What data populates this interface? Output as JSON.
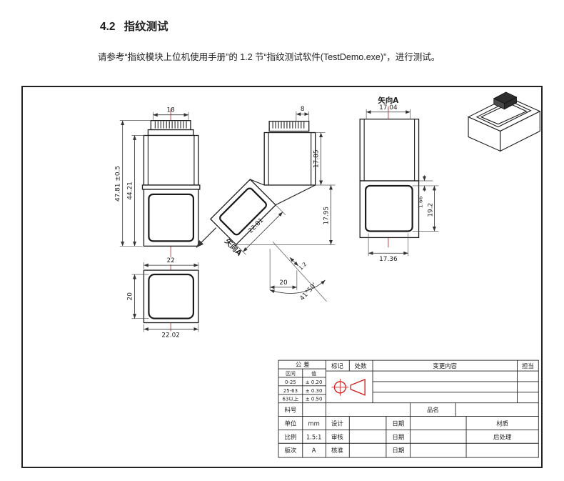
{
  "document": {
    "section_number": "4.2",
    "section_title": "指纹测试",
    "body_text": "请参考“指纹模块上位机使用手册”的 1.2 节“指纹测试软件(TestDemo.exe)”，进行测试。"
  },
  "drawing": {
    "labels": {
      "view_a": "矢向A"
    },
    "dims": {
      "front_width": "18",
      "front_total_height": "47.81 ±0.5",
      "front_body_height": "44.21",
      "bottom_width": "22",
      "bottom_window_height": "20",
      "bottom_outer_width": "22.02",
      "side_connector_width": "8",
      "side_upper_height": "17.85",
      "side_lower_height": "17.95",
      "side_diag_length": "22.81",
      "side_small": "1.2",
      "side_base_width": "20",
      "side_angle": "41°50'",
      "a_top_width": "17.04",
      "a_step": "1.66",
      "a_window_height": "19.2",
      "a_bottom_width": "17.36"
    },
    "title_block": {
      "tolerance_header": "公 差",
      "tolerance_col_range": "区间",
      "tolerance_col_value": "值",
      "tolerance_rows": [
        {
          "range": "0-25",
          "value": "± 0.20"
        },
        {
          "range": "25-63",
          "value": "± 0.30"
        },
        {
          "range": "63以上",
          "value": "± 0.50"
        }
      ],
      "rev_mark": "标记",
      "rev_qty": "处数",
      "rev_content": "变更内容",
      "rev_owner": "担当",
      "part_no": "料号",
      "product_name": "品名",
      "unit_label": "单位",
      "unit_value": "mm",
      "design": "设计",
      "date": "日期",
      "material": "材质",
      "scale_label": "比例",
      "scale_value": "1.5:1",
      "check": "审核",
      "finish": "后处理",
      "rev_label": "版次",
      "rev_value": "A",
      "approve": "核准"
    }
  }
}
